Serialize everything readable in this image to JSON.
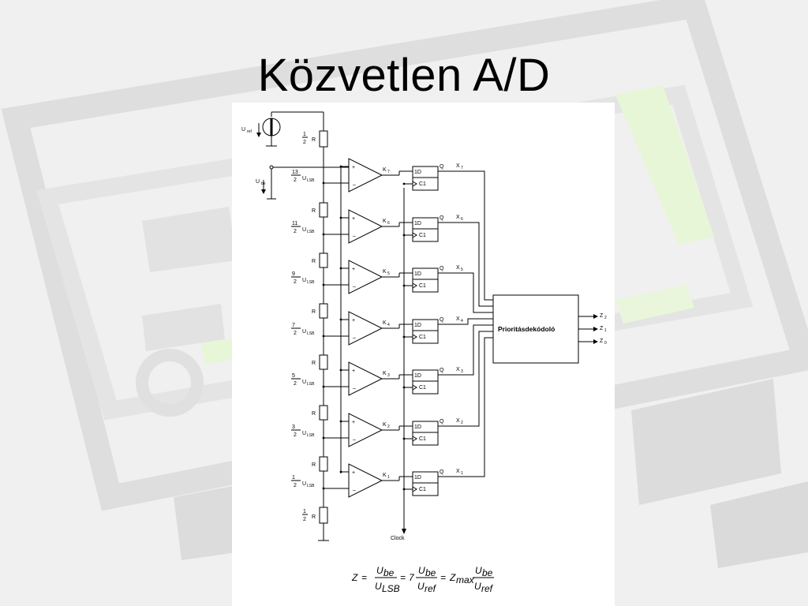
{
  "slide": {
    "title": "Közvetlen A/D"
  },
  "circuit": {
    "uref": "U",
    "uref_sub": "ref",
    "ube": "U",
    "ube_sub": "be",
    "half_top_num": "1",
    "half_top_den": "2",
    "half_bottom_num": "1",
    "half_bottom_den": "2",
    "resistor_label": "R",
    "ulsb_u": "U",
    "ulsb_sub": "LSB",
    "threshold_den": "2",
    "thresholds": [
      "13",
      "11",
      "9",
      "7",
      "5",
      "3",
      "1"
    ],
    "comparators": [
      "K",
      "K",
      "K",
      "K",
      "K",
      "K",
      "K"
    ],
    "comparator_subs": [
      "7",
      "6",
      "5",
      "4",
      "3",
      "2",
      "1"
    ],
    "ff_d": "1D",
    "ff_c": "C1",
    "ff_q": "Q",
    "outputs_x": "X",
    "output_subs": [
      "7",
      "6",
      "5",
      "4",
      "3",
      "2",
      "1"
    ],
    "encoder": "Prioritásdekódoló",
    "z": "Z",
    "z_subs": [
      "2",
      "1",
      "0"
    ],
    "clock": "Clock"
  },
  "formula": {
    "z": "Z",
    "eq": "=",
    "ube": "U",
    "ube_sub": "be",
    "ulsb": "U",
    "ulsb_sub": "LSB",
    "seven": "7",
    "uref": "U",
    "uref_sub": "ref",
    "zmax": "Z",
    "zmax_sub": "max"
  },
  "colors": {
    "background": "#f0f0f0",
    "watermark_gray": "#dedede",
    "watermark_green": "#e8f6d8",
    "panel": "#ffffff",
    "ink": "#000000"
  }
}
